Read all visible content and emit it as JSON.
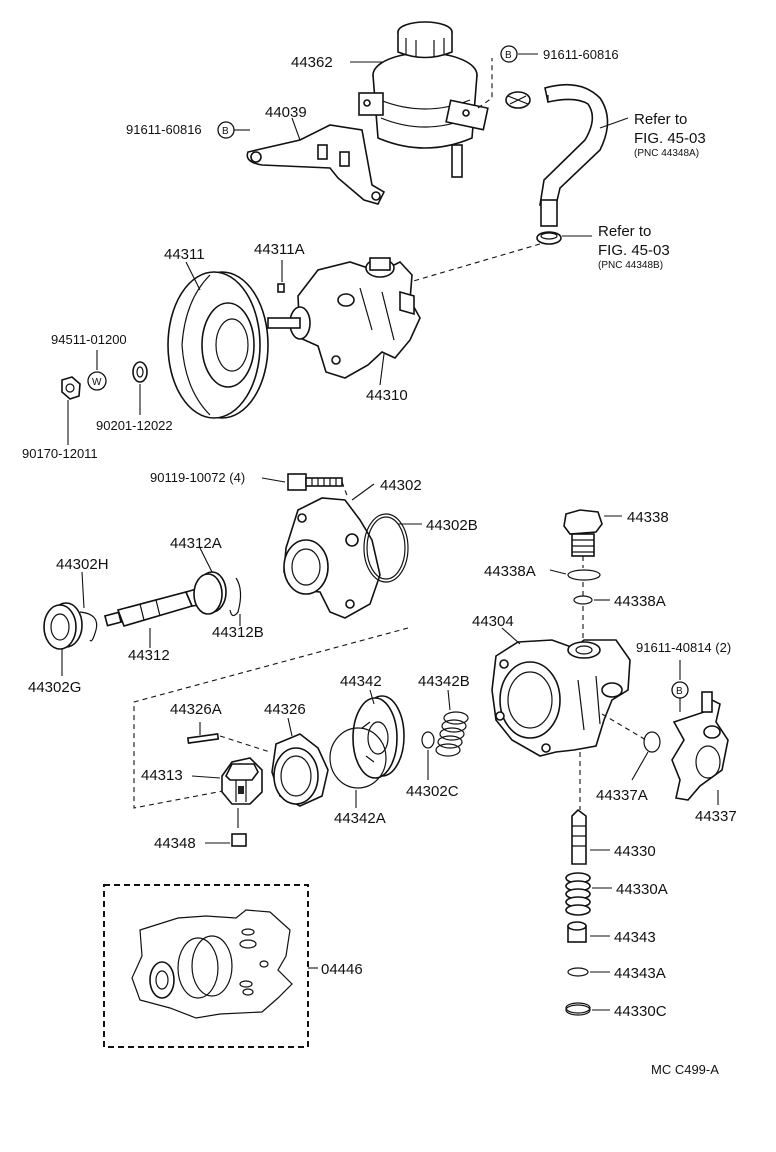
{
  "callouts": {
    "reservoir": "44362",
    "bolt_b_top": "91611-60816",
    "bracket": "44039",
    "bolt_b_left": "91611-60816",
    "refer_1_a": "Refer to",
    "refer_1_b": "FIG. 45-03",
    "refer_1_c": "(PNC 44348A)",
    "refer_2_a": "Refer to",
    "refer_2_b": "FIG. 45-03",
    "refer_2_c": "(PNC 44348B)",
    "pulley": "44311",
    "key": "44311A",
    "pump_assy": "44310",
    "washer_w": "94511-01200",
    "washer": "90201-12022",
    "nut": "90170-12011",
    "housing_bolt": "90119-10072 (4)",
    "housing_front": "44302",
    "oring_large": "44302B",
    "shaft_bearing": "44312A",
    "seal": "44302H",
    "snap_ring": "44312B",
    "shaft": "44312",
    "oil_seal": "44302G",
    "union_bolt": "44338",
    "gasket_a": "44338A",
    "gasket_b": "44338A",
    "rear_housing": "44304",
    "stud_bolt": "91611-40814 (2)",
    "pin": "44326A",
    "cam_ring": "44326",
    "side_plate": "44342",
    "spring": "44342B",
    "rotor": "44313",
    "oring_c": "44302C",
    "oring_a": "44342A",
    "suction_oring": "44337A",
    "suction_port": "44337",
    "vane": "44348",
    "flow_valve": "44330",
    "valve_spring": "44330A",
    "plug": "44343",
    "plug_oring": "44343A",
    "circlip": "44330C",
    "gasket_kit": "04446",
    "figure_code": "MC  C499-A"
  },
  "badges": {
    "b": "B",
    "w": "W"
  },
  "icons": [
    "reservoir",
    "bracket",
    "hose",
    "clamp",
    "pulley",
    "pump-assembly",
    "nut",
    "washer",
    "bolt",
    "front-housing",
    "o-ring",
    "shaft",
    "bearing",
    "oil-seal",
    "snap-ring",
    "union-bolt",
    "rear-housing",
    "cam-ring",
    "rotor",
    "side-plate",
    "spring",
    "suction-port",
    "flow-control-valve",
    "plug",
    "circlip",
    "gasket-kit"
  ]
}
